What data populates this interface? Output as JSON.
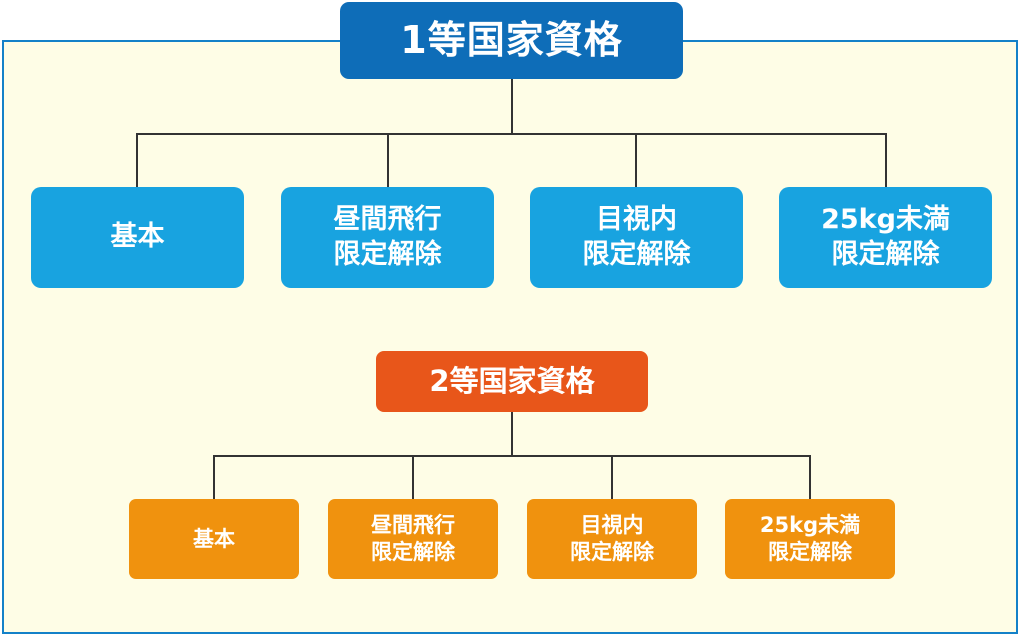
{
  "colors": {
    "panel_bg": "#fefde6",
    "panel_border": "#1481c8",
    "level1_title": "#0e6db8",
    "level1_item": "#18a3e0",
    "level2_title": "#e8561a",
    "level2_item": "#f0920e",
    "connector": "#333333"
  },
  "level1": {
    "title": "1等国家資格",
    "items": [
      {
        "line1": "基本",
        "line2": ""
      },
      {
        "line1": "昼間飛行",
        "line2": "限定解除"
      },
      {
        "line1": "目視内",
        "line2": "限定解除"
      },
      {
        "line1": "25kg未満",
        "line2": "限定解除"
      }
    ]
  },
  "level2": {
    "title": "2等国家資格",
    "items": [
      {
        "line1": "基本",
        "line2": ""
      },
      {
        "line1": "昼間飛行",
        "line2": "限定解除"
      },
      {
        "line1": "目視内",
        "line2": "限定解除"
      },
      {
        "line1": "25kg未満",
        "line2": "限定解除"
      }
    ]
  }
}
